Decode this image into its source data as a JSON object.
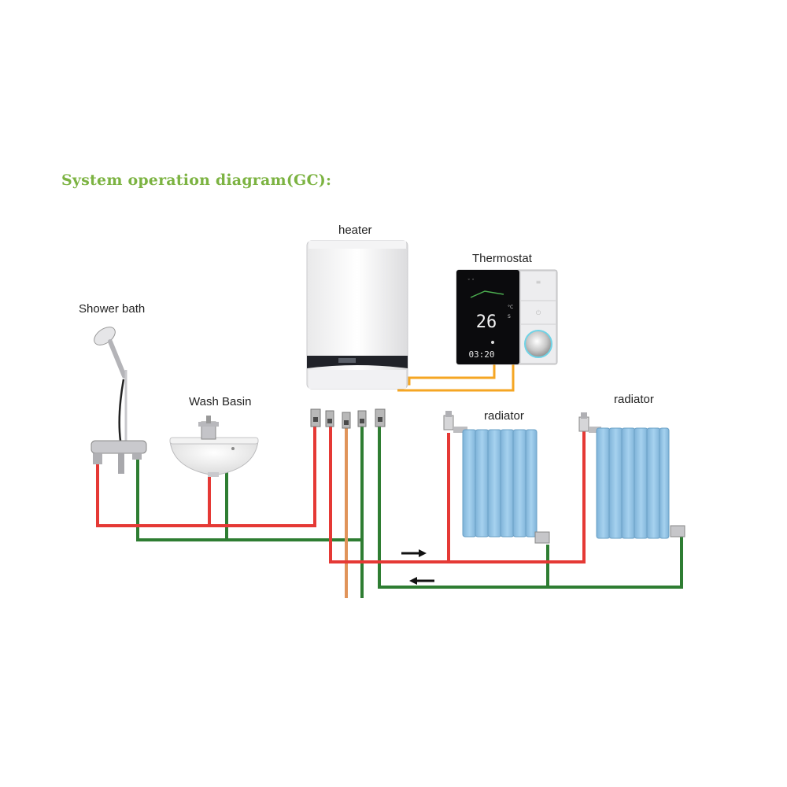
{
  "title": "System operation diagram(GC):",
  "labels": {
    "heater": "heater",
    "thermostat": "Thermostat",
    "shower": "Shower bath",
    "basin": "Wash Basin",
    "radiator1": "radiator",
    "radiator2": "radiator"
  },
  "thermostat_display": {
    "temperature": "26",
    "clock": "03:20"
  },
  "colors": {
    "title": "#7cb342",
    "hot_pipe": "#e53935",
    "return_pipe": "#2e7d32",
    "gas_pipe": "#e0945a",
    "signal_wire": "#f5a623",
    "radiator": "#8fc3e6"
  }
}
